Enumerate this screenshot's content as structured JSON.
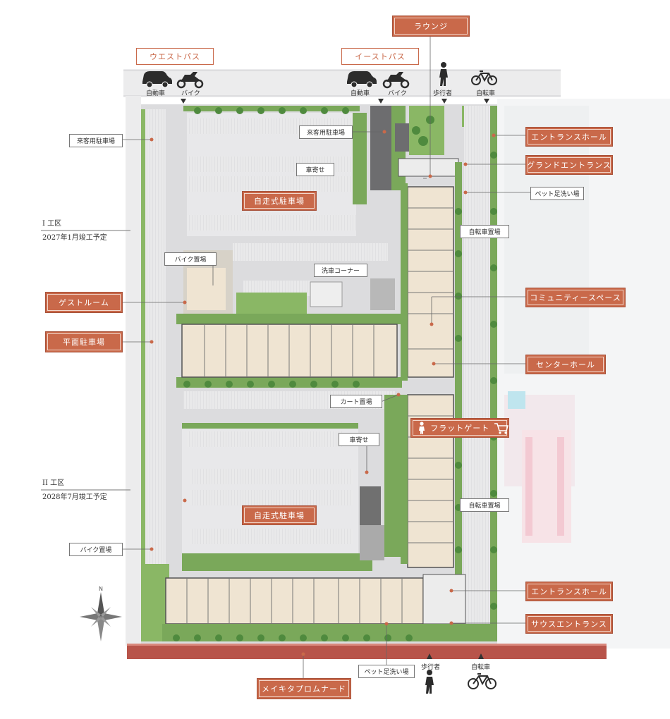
{
  "paths": {
    "west": "ウエストパス",
    "east": "イーストパス",
    "lounge": "ラウンジ"
  },
  "modes": {
    "car": "自動車",
    "bike": "バイク",
    "pedestrian": "歩行者",
    "bicycle": "自転車"
  },
  "areas": {
    "phase1_name": "I 工区",
    "phase1_date": "2027年1月竣工予定",
    "phase2_name": "II 工区",
    "phase2_date": "2028年7月竣工予定"
  },
  "left_labels": {
    "visitor_parking": "来客用駐車場",
    "bike_parking_top": "バイク置場",
    "guest_room": "ゲストルーム",
    "flat_parking": "平面駐車場",
    "bike_parking_bottom": "バイク置場"
  },
  "center_labels": {
    "visitor_parking": "来客用駐車場",
    "drop_off_top": "車寄せ",
    "self_parking_top": "自走式駐車場",
    "car_wash": "洗車コーナー",
    "cart_storage": "カート置場",
    "drop_off_bottom": "車寄せ",
    "self_parking_bottom": "自走式駐車場",
    "pet_wash_bottom": "ペット足洗い場",
    "promenade": "メイキタプロムナード"
  },
  "right_labels": {
    "entrance_hall_top": "エントランスホール",
    "grand_entrance": "グランドエントランス",
    "pet_wash_top": "ペット足洗い場",
    "bicycle_parking_top": "自転車置場",
    "community_space": "コミュニティースペース",
    "center_hall": "センターホール",
    "flat_gate": "フラットゲート",
    "bicycle_parking_bottom": "自転車置場",
    "entrance_hall_bottom": "エントランスホール",
    "south_entrance": "サウスエントランス"
  },
  "colors": {
    "label_brown": "#c9694a",
    "greenery": "#7aa85a",
    "building": "#efe4d2",
    "promenade": "#b8544a"
  }
}
